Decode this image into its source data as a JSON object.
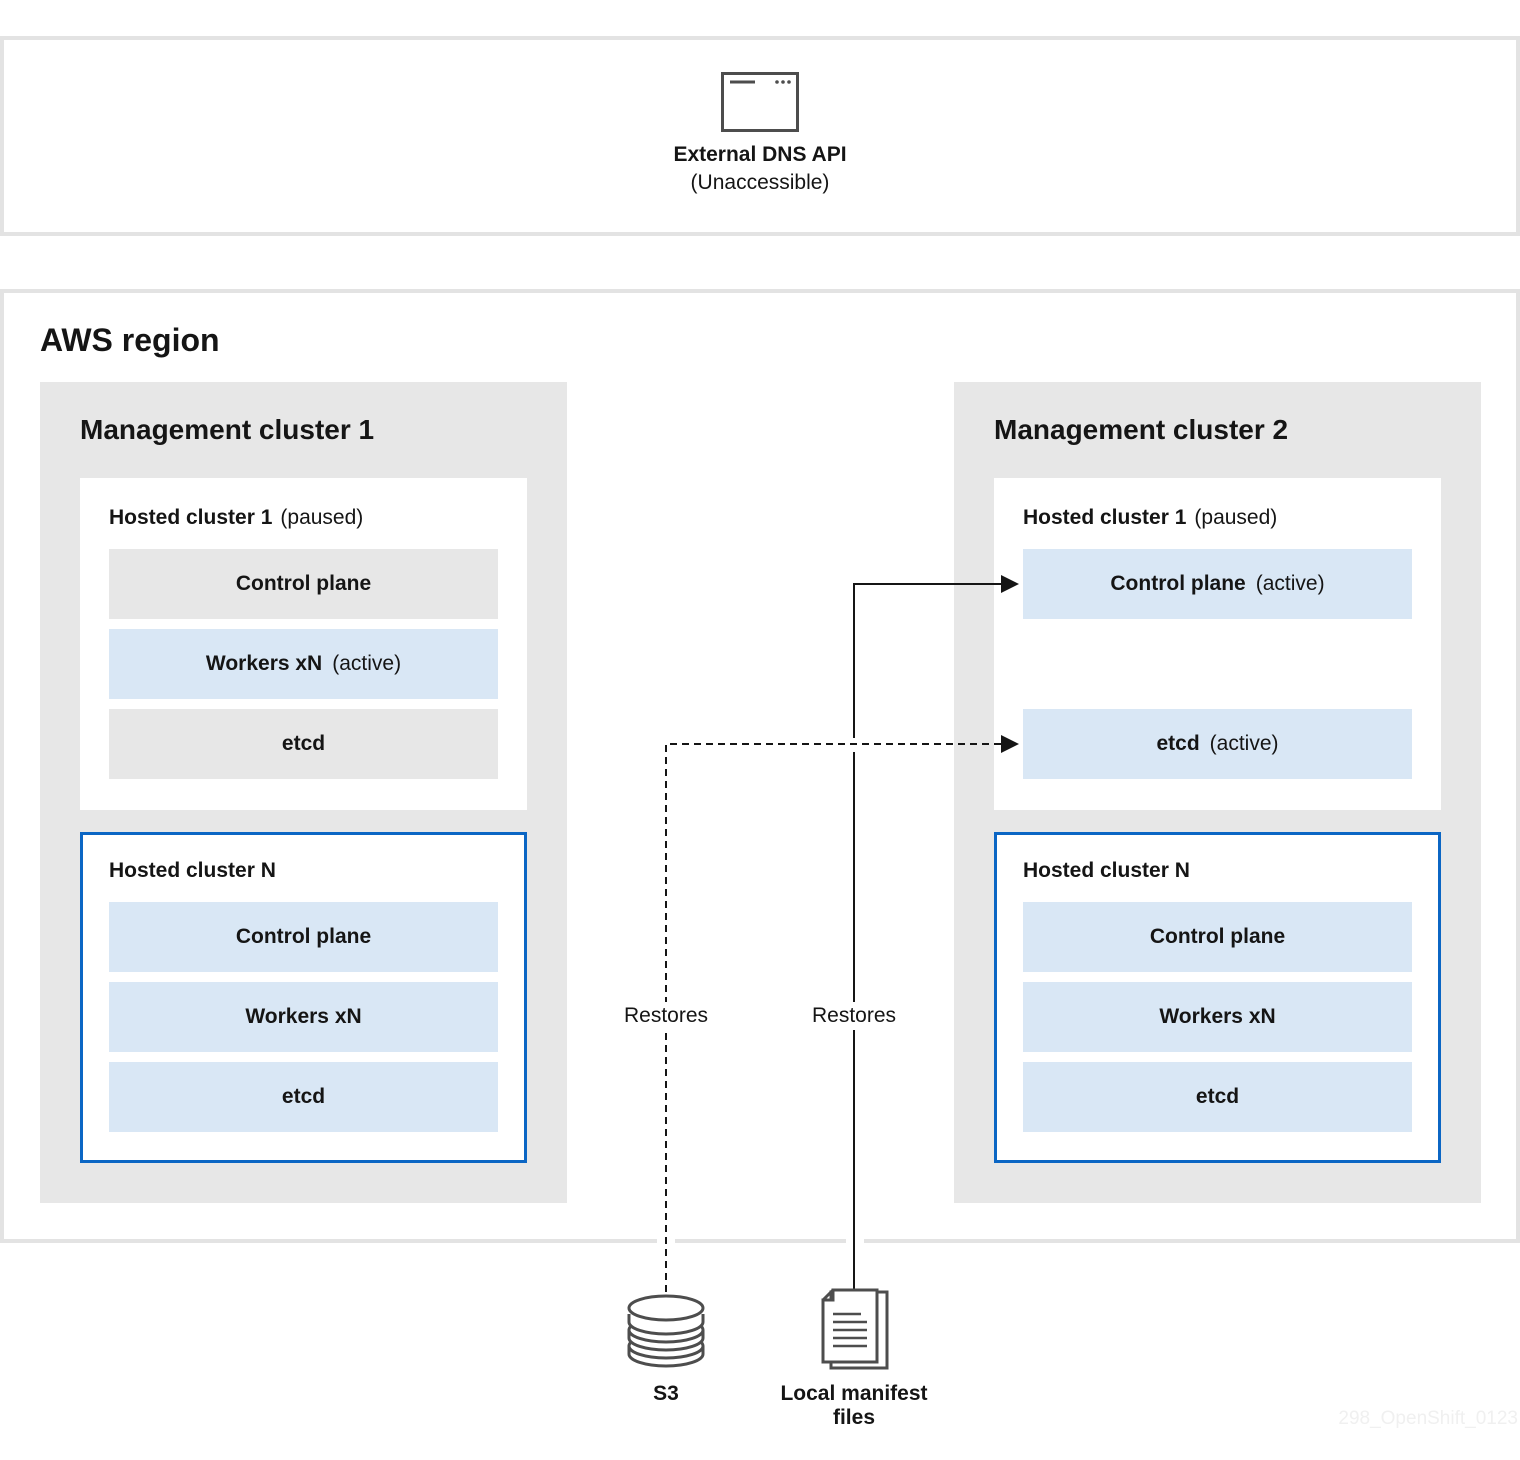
{
  "external_dns": {
    "title": "External DNS API",
    "subtitle": "(Unaccessible)",
    "icon": "browser-window-icon"
  },
  "region": {
    "title": "AWS region"
  },
  "mgmt1": {
    "title": "Management cluster 1",
    "hosted1": {
      "title": "Hosted cluster 1",
      "status": "(paused)",
      "control_plane": "Control plane",
      "workers": "Workers xN",
      "workers_status": "(active)",
      "etcd": "etcd"
    },
    "hostedN": {
      "title": "Hosted cluster N",
      "control_plane": "Control plane",
      "workers": "Workers xN",
      "etcd": "etcd"
    }
  },
  "mgmt2": {
    "title": "Management cluster 2",
    "hosted1": {
      "title": "Hosted cluster 1",
      "status": "(paused)",
      "control_plane": "Control plane",
      "control_plane_status": "(active)",
      "etcd": "etcd",
      "etcd_status": "(active)"
    },
    "hostedN": {
      "title": "Hosted cluster N",
      "control_plane": "Control plane",
      "workers": "Workers xN",
      "etcd": "etcd"
    }
  },
  "flows": {
    "s3_label": "Restores",
    "manifest_label": "Restores"
  },
  "sources": {
    "s3": {
      "label": "S3",
      "icon": "database-icon"
    },
    "manifest": {
      "label_line1": "Local manifest",
      "label_line2": "files",
      "icon": "document-icon"
    }
  },
  "watermark": "298_OpenShift_0123",
  "colors": {
    "frame": "#e3e3e3",
    "mgmt_bg": "#e7e7e7",
    "active_bg": "#d9e7f5",
    "highlight_border": "#0b66c4"
  }
}
